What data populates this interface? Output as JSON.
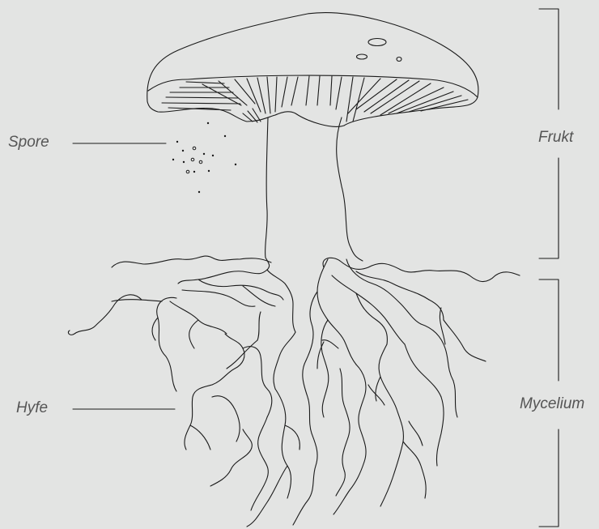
{
  "labels": {
    "spore": "Spore",
    "hyphae": "Hyfe",
    "fruit": "Frukt",
    "mycelium": "Mycelium"
  },
  "colors": {
    "background": "#e3e4e3",
    "line": "#1a1a1a",
    "label_text": "#555555"
  }
}
